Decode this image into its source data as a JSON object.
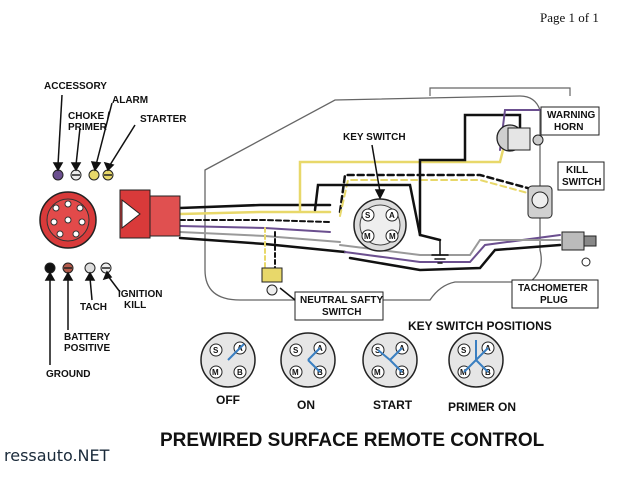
{
  "page": "Page 1 of 1",
  "title": "PREWIRED SURFACE REMOTE CONTROL",
  "watermark": "ressauto.NET",
  "plug_labels": {
    "accessory": "ACCESSORY",
    "choke_primer_1": "CHOKE /",
    "choke_primer_2": "PRIMER",
    "alarm": "ALARM",
    "starter": "STARTER",
    "ignition_kill_1": "IGNITION",
    "ignition_kill_2": "KILL",
    "tach": "TACH",
    "battery_positive_1": "BATTERY",
    "battery_positive_2": "POSITIVE",
    "ground": "GROUND"
  },
  "components": {
    "key_switch": "KEY SWITCH",
    "warning_horn_1": "WARNING",
    "warning_horn_2": "HORN",
    "kill_switch_1": "KILL",
    "kill_switch_2": "SWITCH",
    "tachometer_plug_1": "TACHOMETER",
    "tachometer_plug_2": "PLUG",
    "neutral_switch_1": "NEUTRAL SAFTY",
    "neutral_switch_2": "SWITCH"
  },
  "key_switch_positions": {
    "heading": "KEY SWITCH POSITIONS",
    "terminals": [
      "S",
      "A",
      "M",
      "B"
    ],
    "positions": [
      "OFF",
      "ON",
      "START",
      "PRIMER ON"
    ]
  },
  "colors": {
    "wire_black": "#111111",
    "wire_yellow": "#e8d86a",
    "wire_purple": "#6b4f8f",
    "wire_gray": "#9a9a9a",
    "plug_red": "#d93a3a",
    "key_blue": "#3a7fc1"
  }
}
